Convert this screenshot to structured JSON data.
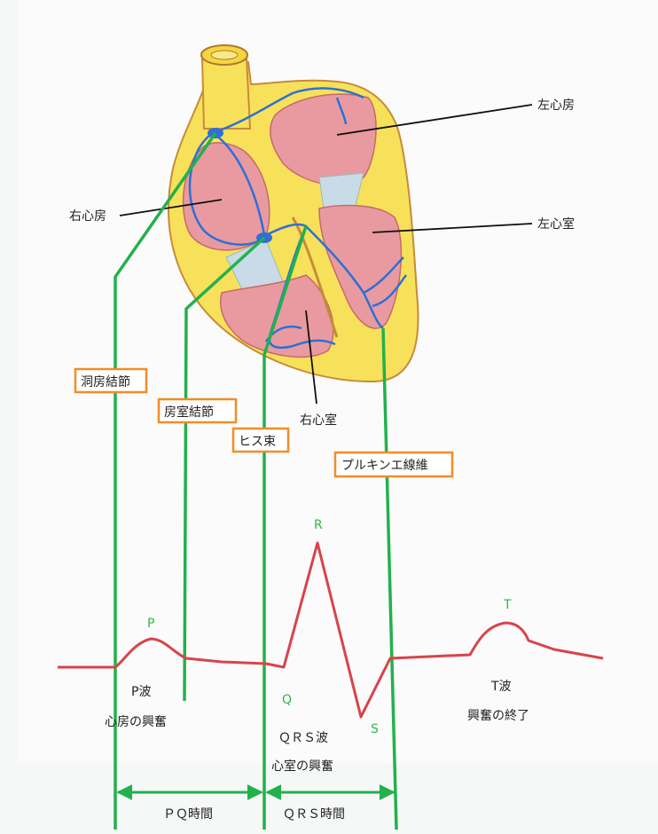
{
  "heart_labels": {
    "left_atrium": "左心房",
    "left_ventricle": "左心室",
    "right_atrium": "右心房",
    "right_ventricle": "右心室"
  },
  "conduction_labels": {
    "sa_node": "洞房結節",
    "av_node": "房室結節",
    "his_bundle": "ヒス束",
    "purkinje": "プルキンエ線維"
  },
  "wave_points": {
    "p": "P",
    "q": "Q",
    "r": "R",
    "s": "S",
    "t": "T"
  },
  "wave_notes": {
    "p_wave": "P波",
    "p_desc": "心房の興奮",
    "qrs_wave": "ＱＲＳ波",
    "qrs_desc": "心室の興奮",
    "t_wave": "T波",
    "t_desc": "興奮の終了"
  },
  "intervals": {
    "pq": "ＰＱ時間",
    "qrs": "ＱＲＳ時間"
  },
  "colors": {
    "green": "#22b14c",
    "orange": "#f28c28",
    "ecg": "#d9434a",
    "heart_outer": "#f7e15a",
    "heart_chamber": "#e99aa0",
    "conduction": "#2f6fd6"
  }
}
